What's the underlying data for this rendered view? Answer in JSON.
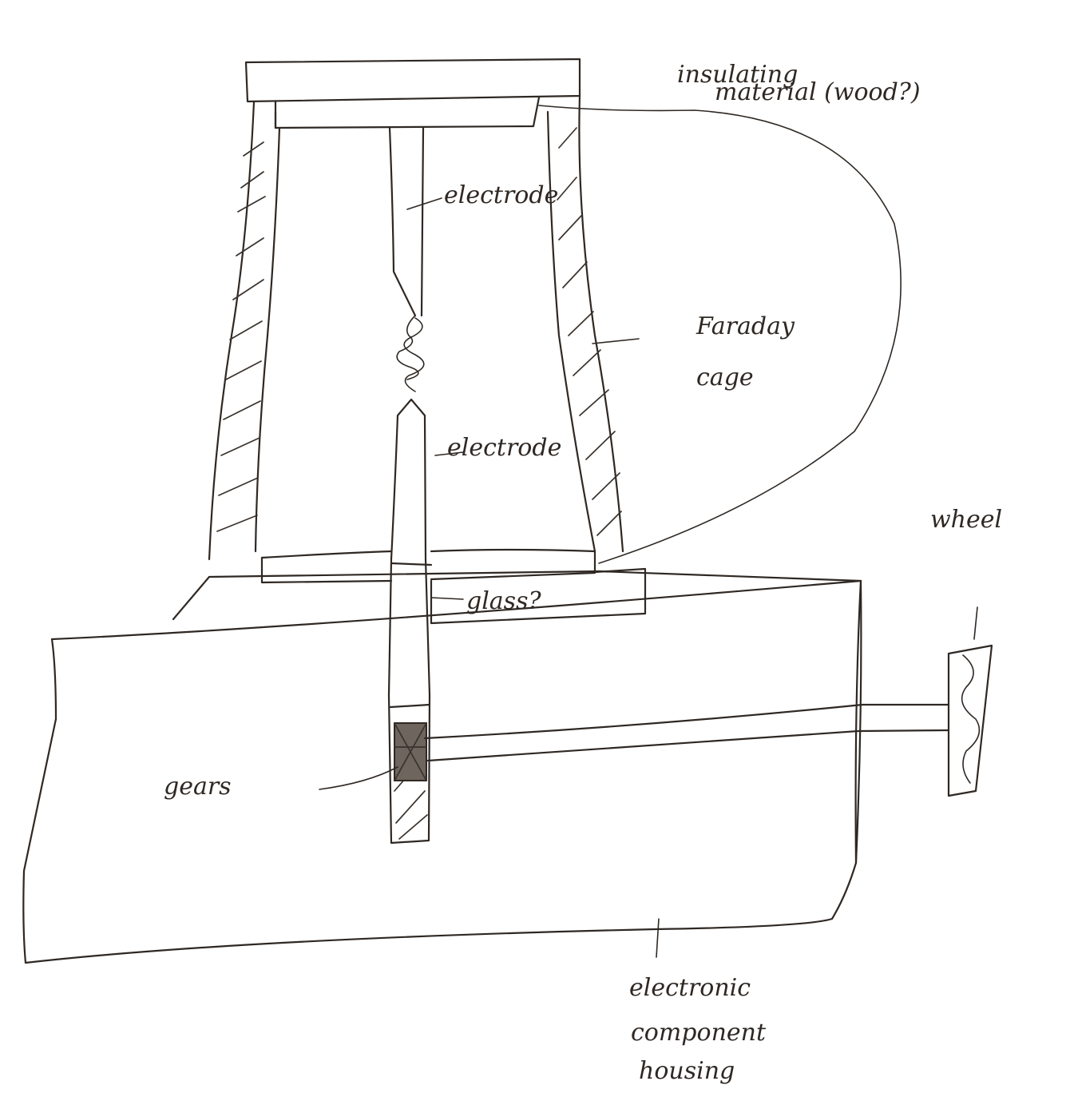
{
  "labels": {
    "insulating_line1": "insulating",
    "insulating_line2": "material (wood?)",
    "electrode_top": "electrode",
    "electrode_bottom": "electrode",
    "faraday_line1": "Faraday",
    "faraday_line2": "cage",
    "glass": "glass?",
    "gears": "gears",
    "wheel": "wheel",
    "housing_line1": "electronic",
    "housing_line2": "component",
    "housing_line3": "housing"
  },
  "colors": {
    "ink": "#2f2823",
    "paper": "#ffffff"
  }
}
